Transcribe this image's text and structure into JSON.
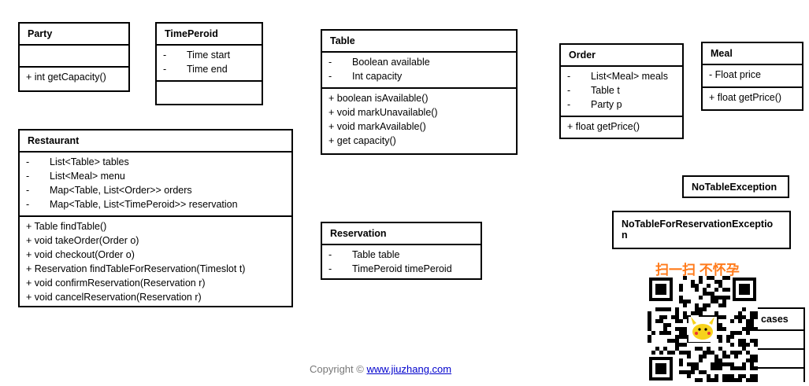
{
  "classes": {
    "party": {
      "name": "Party",
      "methods": [
        "+ int getCapacity()"
      ]
    },
    "timeperoid": {
      "name": "TimePeroid",
      "attributes": [
        "Time start",
        "Time end"
      ]
    },
    "table": {
      "name": "Table",
      "attributes": [
        "Boolean available",
        "Int capacity"
      ],
      "methods": [
        "+ boolean isAvailable()",
        "+ void markUnavailable()",
        "+ void markAvailable()",
        "+ get capacity()"
      ]
    },
    "order": {
      "name": "Order",
      "attributes": [
        "List<Meal> meals",
        "Table t",
        "Party p"
      ],
      "methods": [
        "+ float getPrice()"
      ]
    },
    "meal": {
      "name": "Meal",
      "attributes": [
        "- Float price"
      ],
      "methods": [
        "+ float getPrice()"
      ]
    },
    "restaurant": {
      "name": "Restaurant",
      "attributes": [
        "List<Table> tables",
        "List<Meal> menu",
        "Map<Table, List<Order>> orders",
        "Map<Table, List<TimePeroid>> reservation"
      ],
      "methods": [
        "+ Table findTable()",
        "+ void takeOrder(Order o)",
        "+ void checkout(Order o)",
        "+ Reservation findTableForReservation(Timeslot t)",
        "+ void confirmReservation(Reservation r)",
        "+ void cancelReservation(Reservation r)"
      ]
    },
    "reservation": {
      "name": "Reservation",
      "attributes": [
        "Table table",
        "TimePeroid timePeroid"
      ]
    },
    "no_table_exception": {
      "name": "NoTableException"
    },
    "no_table_for_reservation_exception": {
      "name": "NoTableForReservationExceptio n"
    },
    "partial_box": {
      "name": "cases"
    }
  },
  "dash": "-",
  "qr_caption": "扫一扫 不怀孕",
  "footer": {
    "copyright": "Copyright © ",
    "link": "www.jiuzhang.com"
  }
}
